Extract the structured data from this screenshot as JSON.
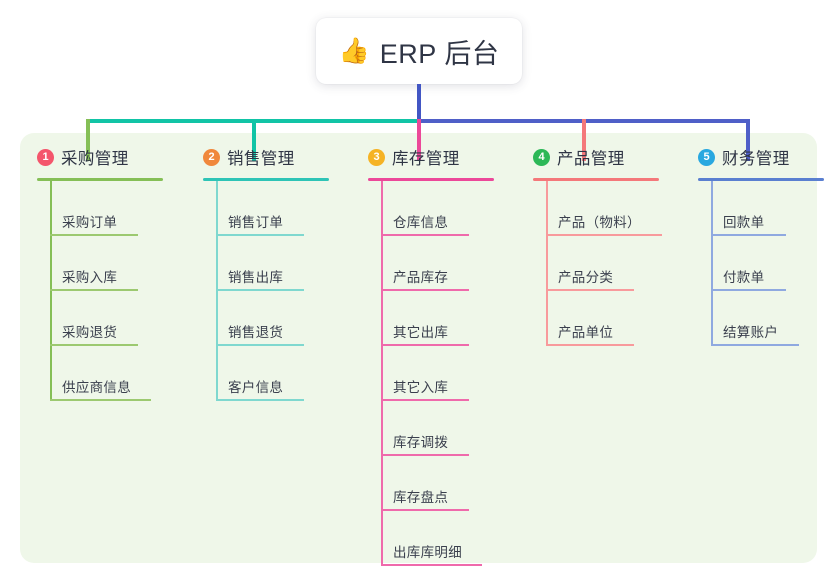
{
  "root": {
    "icon": "thumbs-up-icon",
    "emoji": "👍",
    "title": "ERP 后台"
  },
  "palette": {
    "panel_bg": "#eff7e9",
    "trunk": "#4256c4",
    "bus_left": "#11c4a6",
    "bus_right": "#4f5fc8",
    "text": "#2f3545"
  },
  "branches": [
    {
      "number": "1",
      "title": "采购管理",
      "color": "#85bf56",
      "badge_color": "#f4566c",
      "drop_color": "#85bf56",
      "items": [
        {
          "label": "采购订单",
          "rule_width": 88
        },
        {
          "label": "采购入库",
          "rule_width": 88
        },
        {
          "label": "采购退货",
          "rule_width": 88
        },
        {
          "label": "供应商信息",
          "rule_width": 101
        }
      ]
    },
    {
      "number": "2",
      "title": "销售管理",
      "color": "#2ec4b6",
      "badge_color": "#f0883c",
      "drop_color": "#11c4a6",
      "items": [
        {
          "label": "销售订单",
          "rule_width": 88
        },
        {
          "label": "销售出库",
          "rule_width": 88
        },
        {
          "label": "销售退货",
          "rule_width": 88
        },
        {
          "label": "客户信息",
          "rule_width": 88
        }
      ]
    },
    {
      "number": "3",
      "title": "库存管理",
      "color": "#ec4899",
      "badge_color": "#f5b325",
      "drop_color": "#ec4899",
      "items": [
        {
          "label": "仓库信息",
          "rule_width": 88
        },
        {
          "label": "产品库存",
          "rule_width": 88
        },
        {
          "label": "其它出库",
          "rule_width": 88
        },
        {
          "label": "其它入库",
          "rule_width": 88
        },
        {
          "label": "库存调拨",
          "rule_width": 88
        },
        {
          "label": "库存盘点",
          "rule_width": 88
        },
        {
          "label": "出库库明细",
          "rule_width": 101
        }
      ]
    },
    {
      "number": "4",
      "title": "产品管理",
      "color": "#f4787a",
      "badge_color": "#2cb857",
      "drop_color": "#f4787a",
      "items": [
        {
          "label": "产品（物料）",
          "rule_width": 116
        },
        {
          "label": "产品分类",
          "rule_width": 88
        },
        {
          "label": "产品单位",
          "rule_width": 88
        }
      ]
    },
    {
      "number": "5",
      "title": "财务管理",
      "color": "#5a7fd0",
      "badge_color": "#29a8e0",
      "drop_color": "#4f5fc8",
      "items": [
        {
          "label": "回款单",
          "rule_width": 75
        },
        {
          "label": "付款单",
          "rule_width": 75
        },
        {
          "label": "结算账户",
          "rule_width": 88
        }
      ]
    }
  ]
}
